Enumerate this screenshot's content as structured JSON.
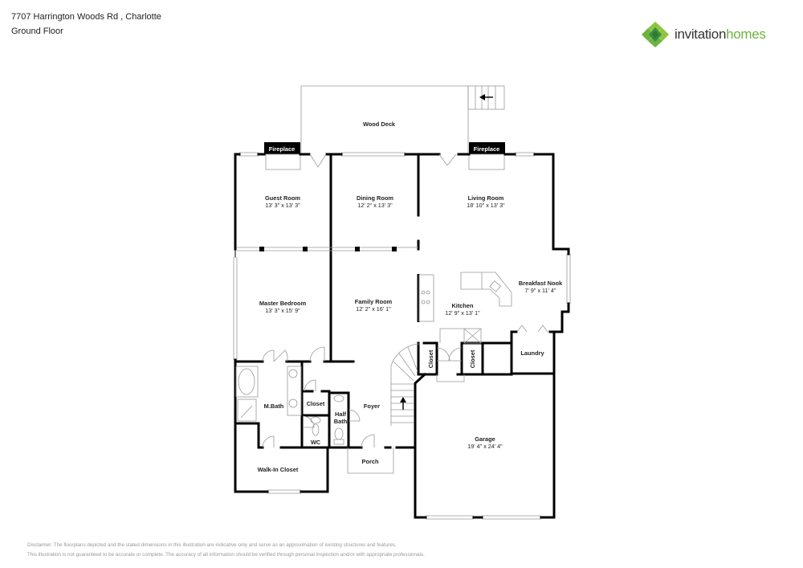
{
  "header": {
    "address": "7707 Harrington Woods Rd , Charlotte",
    "floor": "Ground Floor"
  },
  "brand": {
    "name_part1": "invitation",
    "name_part2": "homes",
    "colors": {
      "dark": "#333333",
      "green": "#6cb33f",
      "logo_light": "#8cc63f",
      "logo_dark": "#3a8d3f"
    }
  },
  "rooms": {
    "wood_deck": {
      "label": "Wood Deck"
    },
    "fireplace_left": {
      "label": "Fireplace"
    },
    "fireplace_right": {
      "label": "Fireplace"
    },
    "guest_room": {
      "label": "Guest Room",
      "dims": "13' 3\" x 13' 3\""
    },
    "dining_room": {
      "label": "Dining Room",
      "dims": "12' 2\" x 13' 3\""
    },
    "living_room": {
      "label": "Living Room",
      "dims": "18' 10\" x 13' 3\""
    },
    "breakfast_nook": {
      "label": "Breakfast Nook",
      "dims": "7' 9\" x 11' 4\""
    },
    "master_bedroom": {
      "label": "Master Bedroom",
      "dims": "13' 3\" x 15' 9\""
    },
    "family_room": {
      "label": "Family Room",
      "dims": "12' 2\" x 16' 1\""
    },
    "kitchen": {
      "label": "Kitchen",
      "dims": "12' 9\" x 13' 1\""
    },
    "laundry": {
      "label": "Laundry"
    },
    "closet_a": {
      "label": "Closet"
    },
    "closet_b": {
      "label": "Closet"
    },
    "closet_c": {
      "label": "Closet"
    },
    "m_bath": {
      "label": "M.Bath"
    },
    "half_bath": {
      "label_line1": "Half",
      "label_line2": "Bath"
    },
    "wc": {
      "label": "WC"
    },
    "foyer": {
      "label": "Foyer"
    },
    "porch": {
      "label": "Porch"
    },
    "walk_in_closet": {
      "label": "Walk-In Closet"
    },
    "garage": {
      "label": "Garage",
      "dims": "19' 4\" x 24' 4\""
    }
  },
  "disclaimer": {
    "line1": "Disclaimer: The floorplans depicted and the stated dimensions in this illustration are indicative only and serve as an approximation of existing structures and features.",
    "line2": "This illustration is not guaranteed to be accurate or complete. The accuracy of all information should be verified through personal inspection and/or with appropriate professionals."
  }
}
